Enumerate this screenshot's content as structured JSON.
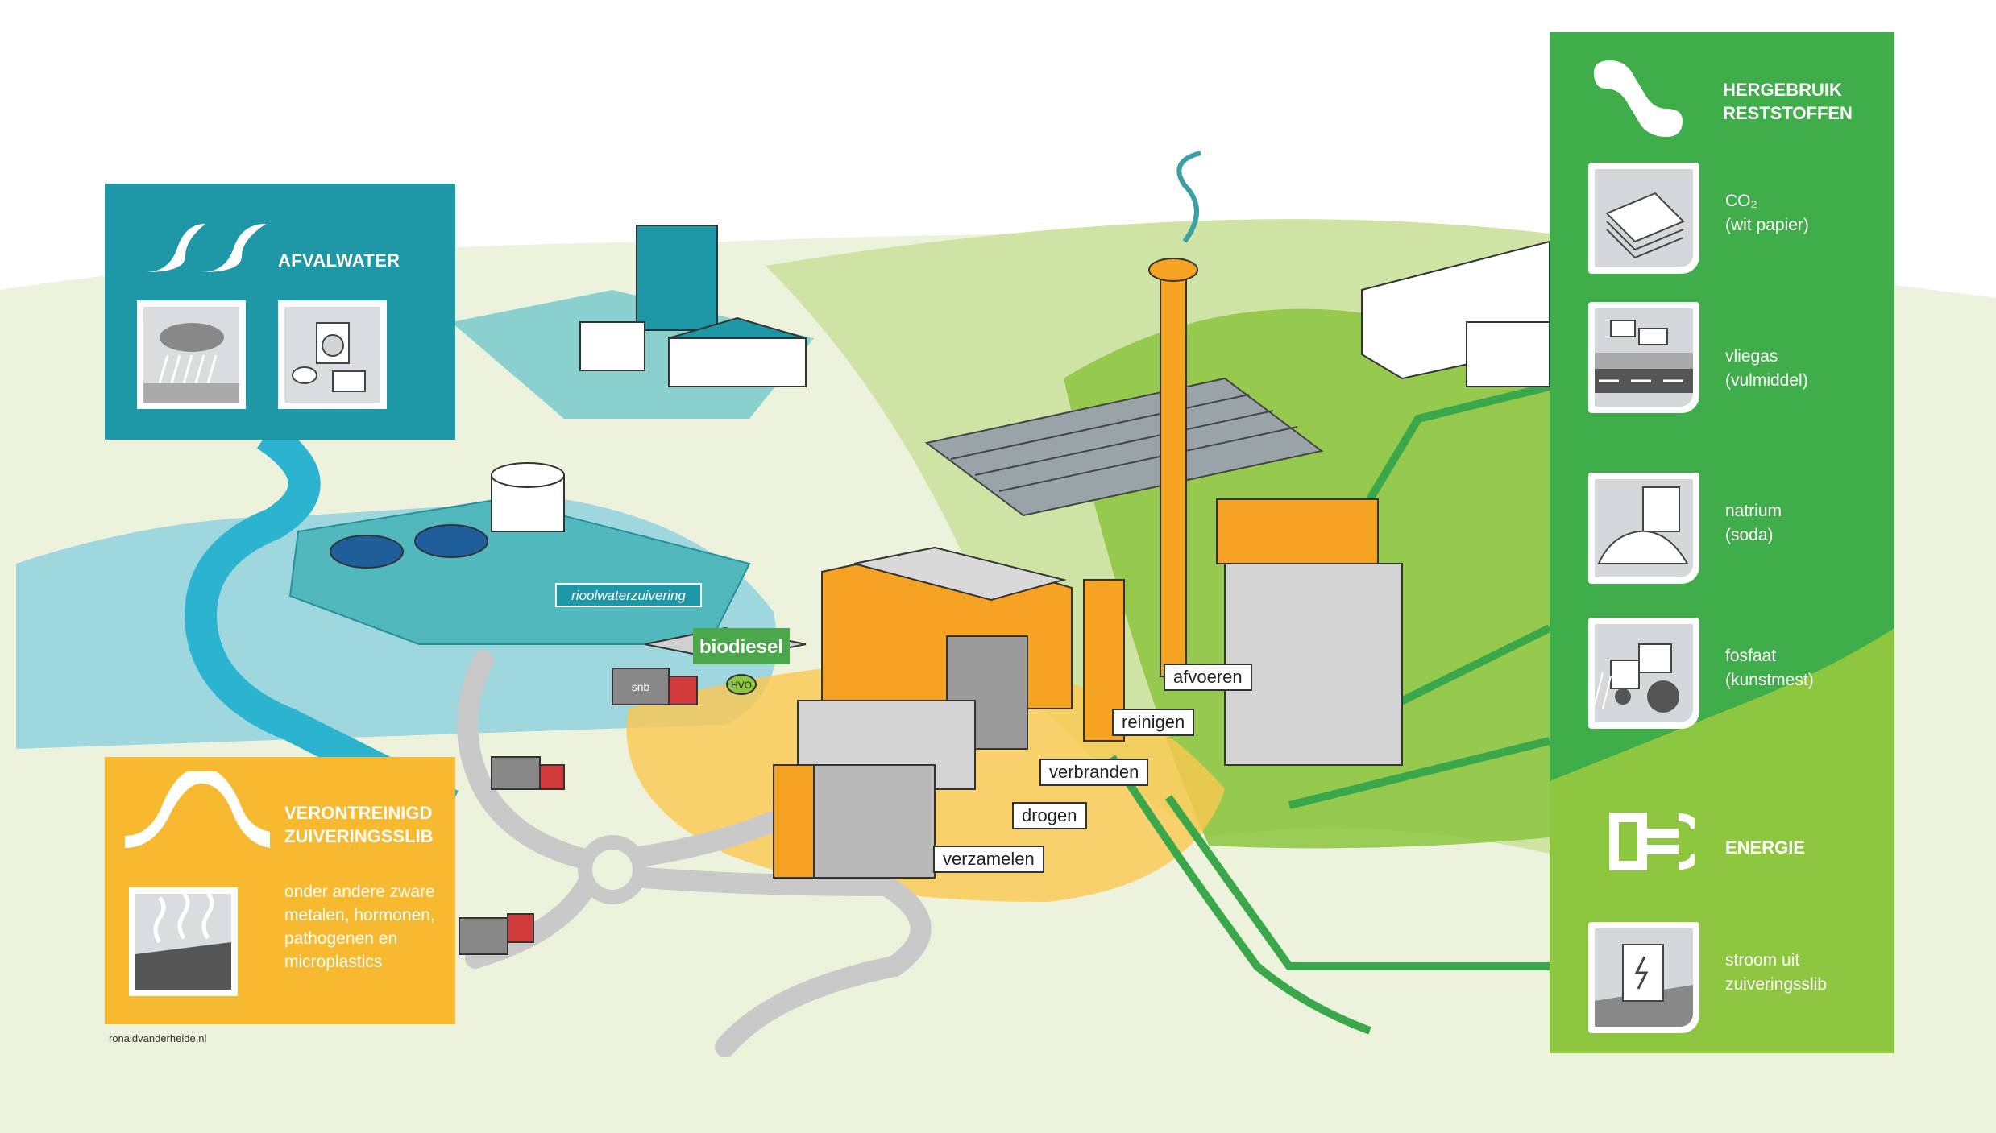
{
  "panels": {
    "afvalwater": {
      "title": "AFVALWATER",
      "icons": [
        "rain-icon",
        "household-icon"
      ]
    },
    "zuiveringsslib": {
      "title_line1": "VERONTREINIGD",
      "title_line2": "ZUIVERINGSSLIB",
      "description": "onder andere zware metalen, hormonen, pathogenen en microplastics"
    },
    "hergebruik": {
      "title_line1": "HERGEBRUIK",
      "title_line2": "RESTSTOFFEN",
      "items": [
        {
          "line1": "CO₂",
          "line2": "(wit papier)",
          "icon": "paper-stack-icon"
        },
        {
          "line1": "vliegas",
          "line2": "(vulmiddel)",
          "icon": "road-icon"
        },
        {
          "line1": "natrium",
          "line2": "(soda)",
          "icon": "soda-icon"
        },
        {
          "line1": "fosfaat",
          "line2": "(kunstmest)",
          "icon": "tractor-icon"
        }
      ]
    },
    "energie": {
      "title": "ENERGIE",
      "item": {
        "line1": "stroom uit",
        "line2": "zuiveringsslib",
        "icon": "power-box-icon"
      }
    }
  },
  "scene": {
    "rwzi_sign": "rioolwaterzuivering",
    "biodiesel_sign": "biodiesel",
    "hvo_label": "HVO",
    "truck_brand": "snb"
  },
  "process_steps": {
    "afvoeren": "afvoeren",
    "reinigen": "reinigen",
    "verbranden": "verbranden",
    "drogen": "drogen",
    "verzamelen": "verzamelen"
  },
  "credit": "ronaldvanderheide.nl",
  "colors": {
    "teal": "#1e97a6",
    "yellow": "#f6b930",
    "green": "#3fad4a",
    "lime": "#8dc63f",
    "orange": "#f4a623"
  }
}
